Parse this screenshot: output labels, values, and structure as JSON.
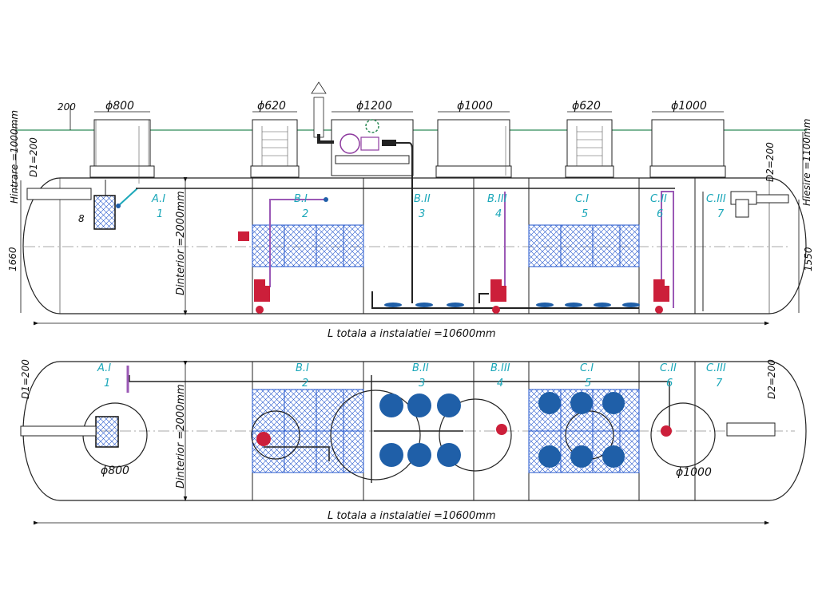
{
  "side_view": {
    "dim_200": "200",
    "dim_d1": "D1=200",
    "dim_h_intrare": "Hintrare =1000mm",
    "dim_1660": "1660",
    "dim_d2": "D2=200",
    "dim_h_iesire": "Hiesire =1100mm",
    "dim_1550": "1550",
    "dim_d_interior": "Dinterior =2000mm",
    "dim_length": "L totala a instalatiei =10600mm",
    "item_8": "8",
    "manholes": [
      {
        "label": "ϕ800"
      },
      {
        "label": "ϕ620"
      },
      {
        "label": "ϕ1200"
      },
      {
        "label": "ϕ1000"
      },
      {
        "label": "ϕ620"
      },
      {
        "label": "ϕ1000"
      }
    ],
    "chambers": [
      {
        "code": "A.I",
        "num": "1"
      },
      {
        "code": "B.I",
        "num": "2"
      },
      {
        "code": "B.II",
        "num": "3"
      },
      {
        "code": "B.III",
        "num": "4"
      },
      {
        "code": "C.I",
        "num": "5"
      },
      {
        "code": "C.II",
        "num": "6"
      },
      {
        "code": "C.III",
        "num": "7"
      }
    ]
  },
  "plan_view": {
    "dim_d1": "D1=200",
    "dim_d2": "D2=200",
    "dim_d_interior": "Dinterior =2000mm",
    "dim_length": "L totala a instalatiei =10600mm",
    "manhole_left": "ϕ800",
    "manhole_right": "ϕ1000",
    "chambers": [
      {
        "code": "A.I",
        "num": "1"
      },
      {
        "code": "B.I",
        "num": "2"
      },
      {
        "code": "B.II",
        "num": "3"
      },
      {
        "code": "B.III",
        "num": "4"
      },
      {
        "code": "C.I",
        "num": "5"
      },
      {
        "code": "C.II",
        "num": "6"
      },
      {
        "code": "C.III",
        "num": "7"
      }
    ]
  },
  "colors": {
    "outline": "#222222",
    "ground": "#2e8b57",
    "label": "#1ba7b9",
    "media": "#2255cc",
    "diffuser": "#1f5fa8",
    "pump": "#cc1f3a",
    "pipe": "#9b59b6"
  }
}
